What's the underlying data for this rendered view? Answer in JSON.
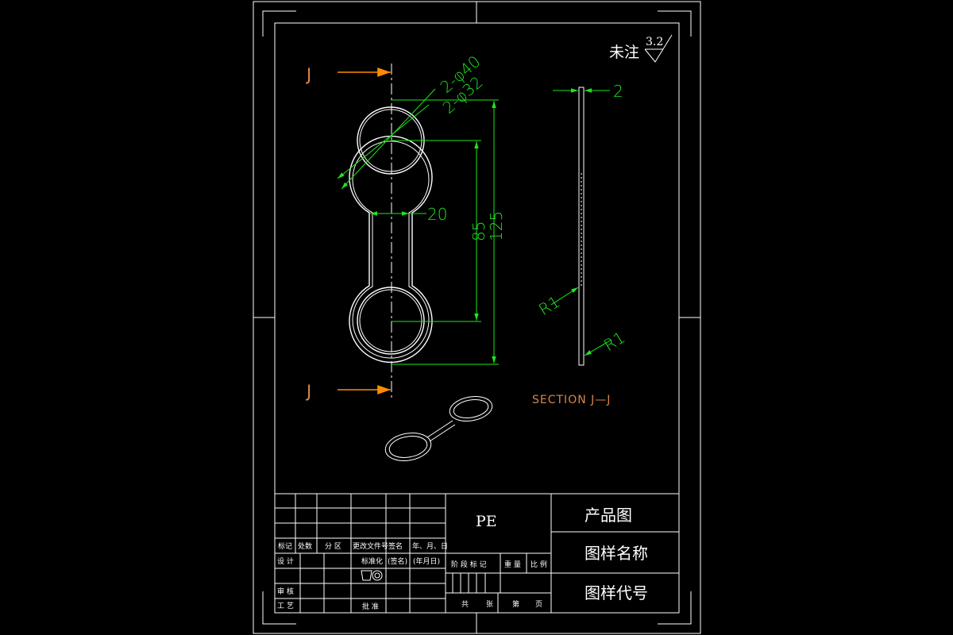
{
  "roughness": {
    "note": "未注",
    "value": "3.2"
  },
  "section_label": "J",
  "section_title": "SECTION  J—J",
  "dims": {
    "outer_dia": "2-φ40",
    "inner_dia": "2-φ32",
    "neck_width": "20",
    "center_dist": "85",
    "overall_len": "125",
    "thickness": "2",
    "radius_top": "R1",
    "radius_bottom": "R1"
  },
  "title_block": {
    "material": "PE",
    "product": "产品图",
    "drawing_name": "图样名称",
    "drawing_code": "图样代号",
    "rev_headers": [
      "标记",
      "处数",
      "分 区",
      "更改文件号",
      "签名",
      "年、月、日"
    ],
    "sign_rows": [
      "设 计",
      "审 核",
      "工 艺"
    ],
    "std_label": "标准化",
    "sign_label": "(签名)",
    "date_label": "(年月日)",
    "approve_label": "批 准",
    "stage_headers": [
      "阶 段 标 记",
      "重 量",
      "比 例"
    ],
    "sheet_labels": [
      "共",
      "张",
      "第",
      "页"
    ]
  },
  "colors": {
    "line": "#ffffff",
    "dimension": "#1ee61e",
    "section": "#d9864a",
    "center_marker": "#ff8c00"
  }
}
